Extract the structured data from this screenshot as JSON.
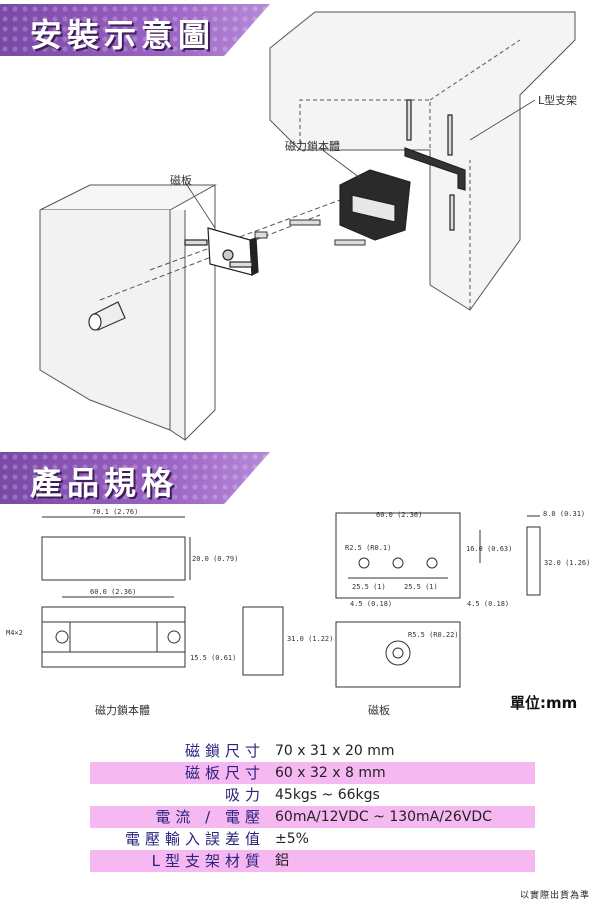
{
  "install": {
    "title": "安裝示意圖",
    "labels": {
      "l_bracket": "L型支架",
      "lock_body": "磁力鎖本體",
      "plate": "磁板"
    }
  },
  "specs_section": {
    "title": "產品規格",
    "unit": "單位:mm",
    "drawing_labels": {
      "lock_body": "磁力鎖本體",
      "plate": "磁板"
    },
    "dims": {
      "lock_w": "70.1 (2.76)",
      "lock_h": "20.0 (0.79)",
      "lock_hole": "60.0 (2.36)",
      "lock_screw": "M4×2",
      "lock_depth": "15.5 (0.61)",
      "lock_side": "31.0 (1.22)",
      "plate_w": "60.0 (2.36)",
      "plate_r": "R2.5 (R0.1)",
      "plate_h": "16.0 (0.63)",
      "plate_sp1": "25.5 (1)",
      "plate_sp2": "25.5 (1)",
      "plate_off1": "4.5 (0.18)",
      "plate_off2": "4.5 (0.18)",
      "plate_t": "8.0 (0.31)",
      "plate_side": "32.0 (1.26)",
      "plate_r2": "R5.5 (R0.22)"
    }
  },
  "specs": [
    {
      "key": "磁鎖尺寸",
      "value": "70 x 31 x 20 mm",
      "highlight": false
    },
    {
      "key": "磁板尺寸",
      "value": "60 x 32 x  8 mm",
      "highlight": true
    },
    {
      "key": "吸力",
      "value": "45kgs ~ 66kgs",
      "highlight": false
    },
    {
      "key": "電流 / 電壓",
      "value": "60mA/12VDC ~ 130mA/26VDC",
      "highlight": true
    },
    {
      "key": "電壓輸入誤差值",
      "value": "±5%",
      "highlight": false
    },
    {
      "key": "L型支架材質",
      "value": "鋁",
      "highlight": true
    }
  ],
  "footnote": "以實際出貨為準"
}
